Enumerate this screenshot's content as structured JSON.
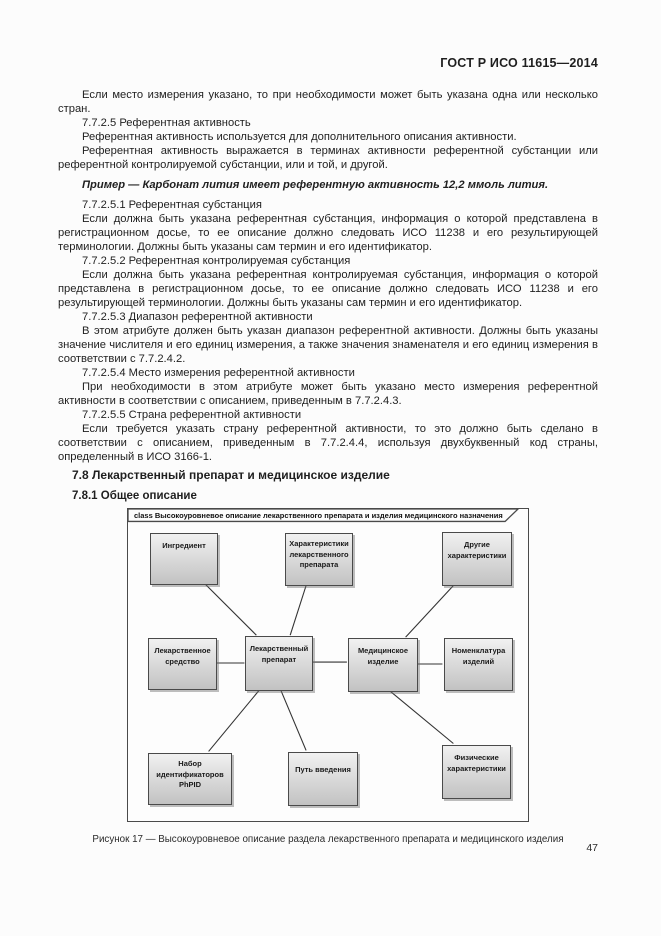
{
  "header": {
    "doc_number": "ГОСТ Р ИСО 11615—2014"
  },
  "document": {
    "paragraphs": [
      "Если место измерения указано, то при необходимости может быть указана одна или несколько стран.",
      "7.7.2.5 Референтная активность",
      "Референтная активность используется для дополнительного описания активности.",
      "Референтная активность выражается в терминах активности референтной субстанции или референтной контролируемой субстанции, или и той, и другой.",
      "Пример — Карбонат лития имеет референтную активность 12,2 ммоль лития.",
      "7.7.2.5.1 Референтная субстанция",
      "Если должна быть указана референтная субстанция, информация о которой представлена в регистрационном досье, то ее описание должно следовать ИСО 11238 и его результирующей терминологии. Должны быть указаны сам термин и его идентификатор.",
      "7.7.2.5.2 Референтная контролируемая субстанция",
      "Если должна быть указана референтная контролируемая субстанция, информация о которой представлена в регистрационном досье, то ее описание должно следовать ИСО 11238 и его результирующей терминологии. Должны быть указаны сам термин и его идентификатор.",
      "7.7.2.5.3 Диапазон референтной активности",
      "В этом атрибуте должен быть указан диапазон референтной активности. Должны быть указаны значение числителя и его единиц измерения, а также значения знаменателя и его единиц измерения в соответствии с 7.7.2.4.2.",
      "7.7.2.5.4 Место измерения референтной активности",
      "При необходимости в этом атрибуте может быть указано место измерения референтной активности в соответствии с описанием, приведенным в 7.7.2.4.3.",
      "7.7.2.5.5 Страна референтной активности",
      "Если требуется указать страну референтной активности, то это должно быть сделано в соответствии с описанием, приведенным в 7.7.2.4.4, используя двухбуквенный код страны, определенный в ИСО 3166-1.",
      "7.8 Лекарственный препарат и медицинское изделие",
      "7.8.1 Общее описание"
    ]
  },
  "figure": {
    "frame_label": "class Высокоуровневое описание лекарственного препарата и изделия медицинского назначения",
    "caption": "Рисунок 17 — Высокоуровневое описание раздела лекарственного препарата и медицинского изделия",
    "nodes": {
      "ingredient": "Ингредиент",
      "drug_characteristics": "Характеристики лекарственного препарата",
      "other_characteristics": "Другие характеристики",
      "drug_substance": "Лекарственное средство",
      "medicinal_product": "Лекарственный препарат",
      "medical_device": "Медицинское изделие",
      "device_nomenclature": "Номенклатура изделий",
      "phpid_set": "Набор идентификаторов PhPID",
      "route_of_administration": "Путь введения",
      "physical_characteristics": "Физические характеристики"
    }
  },
  "footer": {
    "page_number": "47"
  }
}
